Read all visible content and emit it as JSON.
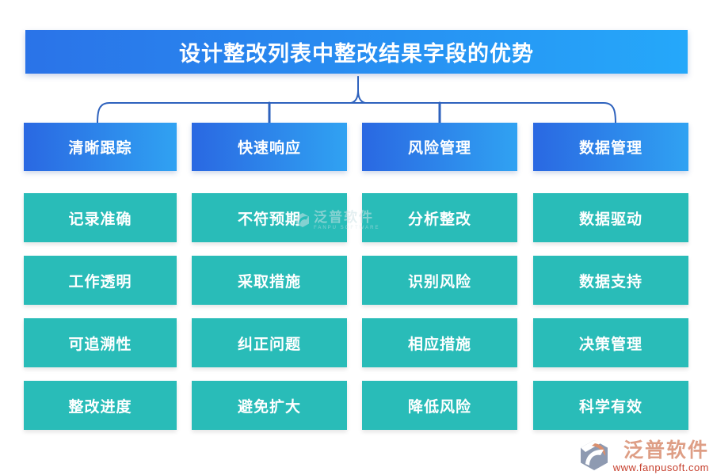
{
  "title": "设计整改列表中整改结果字段的优势",
  "columns": [
    {
      "header": "清晰跟踪",
      "items": [
        "记录准确",
        "工作透明",
        "可追溯性",
        "整改进度"
      ]
    },
    {
      "header": "快速响应",
      "items": [
        "不符预期",
        "采取措施",
        "纠正问题",
        "避免扩大"
      ]
    },
    {
      "header": "风险管理",
      "items": [
        "分析整改",
        "识别风险",
        "相应措施",
        "降低风险"
      ]
    },
    {
      "header": "数据管理",
      "items": [
        "数据驱动",
        "数据支持",
        "决策管理",
        "科学有效"
      ]
    }
  ],
  "watermark": {
    "name": "泛普软件",
    "caption": "FANPU SOFTWARE"
  },
  "footer_logo": {
    "name": "泛普软件",
    "url": "www.fanpusoft.com"
  },
  "colors": {
    "title_gradient_start": "#2a73e8",
    "title_gradient_end": "#25a8fa",
    "header_gradient_start": "#2a68e2",
    "header_gradient_end": "#30a2f2",
    "item_background": "#29bcb8",
    "connector_line": "#2e62bd",
    "logo_name_text": "#de9e85",
    "logo_url_text": "#c6402e",
    "logo_slate": "#8e9ab1",
    "logo_orange": "#d98f6e"
  }
}
